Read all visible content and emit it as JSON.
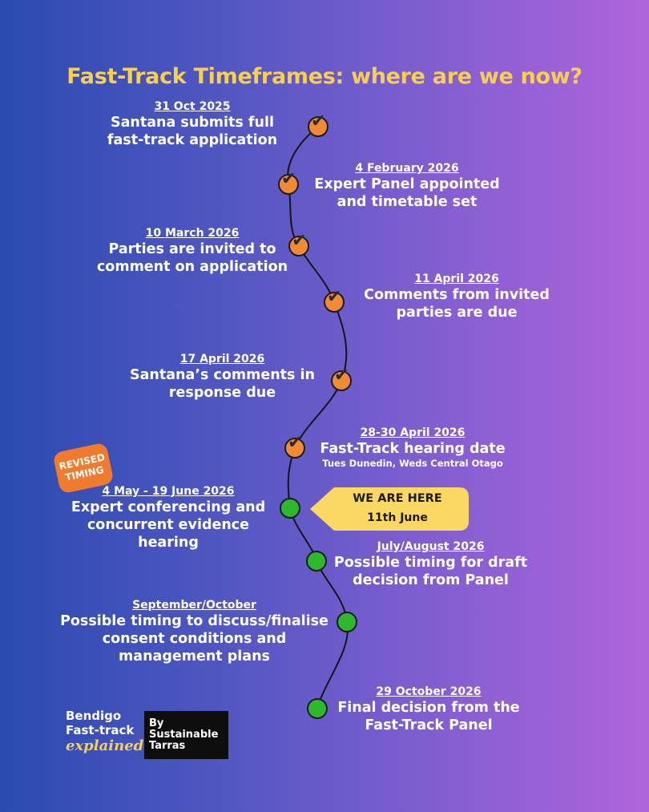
{
  "title": "Fast-Track Timeframes: where are we now?",
  "events": [
    {
      "date": "31 Oct 2025",
      "desc": "Santana submits full fast-track application",
      "status": "done"
    },
    {
      "date": "4 February 2026",
      "desc": "Expert Panel appointed and timetable set",
      "status": "done"
    },
    {
      "date": "10 March 2026",
      "desc": "Parties are invited to comment on application",
      "status": "done"
    },
    {
      "date": "11 April 2026",
      "desc": "Comments from invited parties are due",
      "status": "done"
    },
    {
      "date": "17 April 2026",
      "desc": "Santana’s comments in response due",
      "status": "done"
    },
    {
      "date": "28-30 April 2026",
      "desc": "Fast-Track hearing date",
      "sub": "Tues Dunedin, Weds Central Otago",
      "status": "done"
    },
    {
      "date": "4 May - 19 June 2026",
      "desc": "Expert conferencing and concurrent evidence hearing",
      "status": "upcoming"
    },
    {
      "date": "July/August 2026",
      "desc": "Possible timing for draft decision from Panel",
      "status": "upcoming"
    },
    {
      "date": "September/October",
      "desc": "Possible timing to discuss/finalise consent conditions and management plans",
      "status": "upcoming"
    },
    {
      "date": "29 October 2026",
      "desc": "Final decision from the Fast-Track Panel",
      "status": "upcoming"
    }
  ],
  "revised": {
    "line1": "REVISED",
    "line2": "TIMING"
  },
  "callout": {
    "line1": "WE ARE HERE",
    "line2": "11th June"
  },
  "brand": {
    "line1": "Bendigo",
    "line2": "Fast-track",
    "line3": "explained",
    "by1": "By",
    "by2": "Sustainable",
    "by3": "Tarras"
  },
  "colors": {
    "title": "#f8cf4f",
    "done": "#f28a33",
    "upcoming": "#2eb82e",
    "callout": "#fbd861",
    "revised": "#f07b2c"
  },
  "icons": {
    "done": "check-icon",
    "upcoming": "dot-icon"
  }
}
